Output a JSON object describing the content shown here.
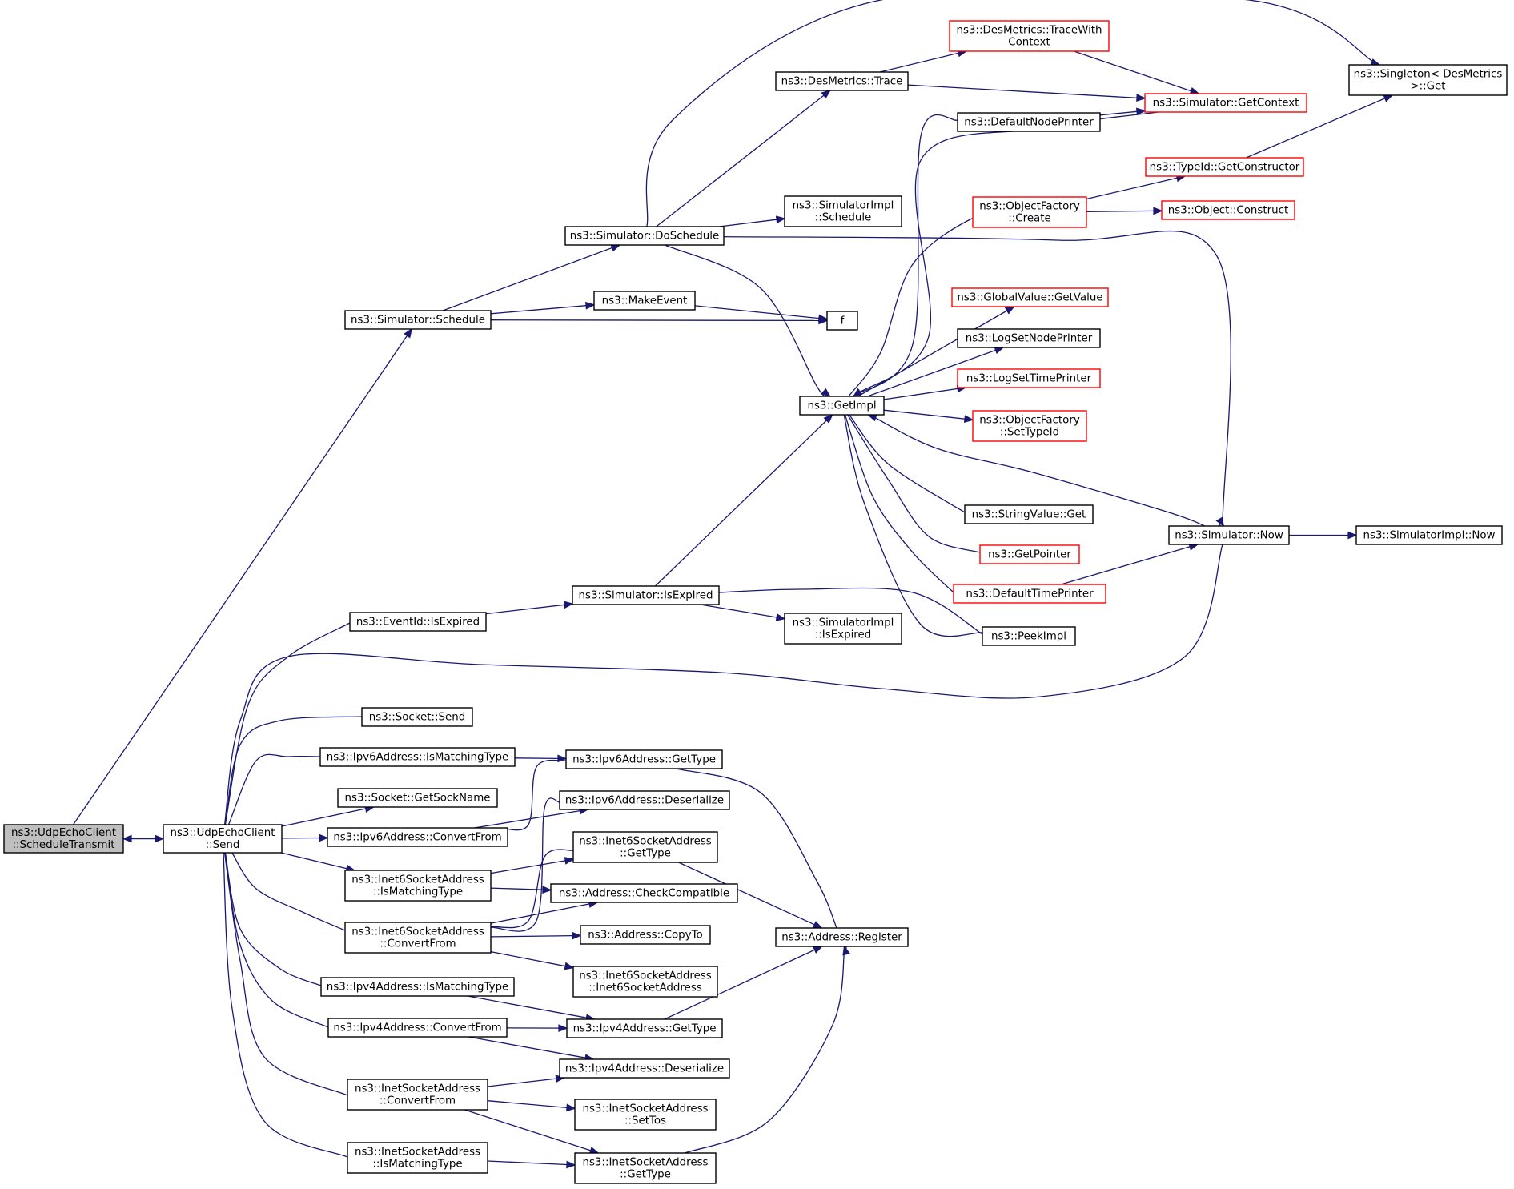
{
  "colors": {
    "edge": "#191970",
    "border_normal": "#000000",
    "border_truncated": "#ff0000",
    "root_fill": "#bfbfbf",
    "node_fill": "#ffffff"
  },
  "nodes": [
    {
      "id": "root",
      "lines": [
        "ns3::UdpEchoClient",
        "::ScheduleTransmit"
      ],
      "style": "root"
    },
    {
      "id": "send",
      "lines": [
        "ns3::UdpEchoClient",
        "::Send"
      ],
      "style": "normal"
    },
    {
      "id": "sched",
      "lines": [
        "ns3::Simulator::Schedule"
      ],
      "style": "normal"
    },
    {
      "id": "dosched",
      "lines": [
        "ns3::Simulator::DoSchedule"
      ],
      "style": "normal"
    },
    {
      "id": "makeevent",
      "lines": [
        "ns3::MakeEvent"
      ],
      "style": "normal"
    },
    {
      "id": "f",
      "lines": [
        "f"
      ],
      "style": "normal"
    },
    {
      "id": "desmtrace",
      "lines": [
        "ns3::DesMetrics::Trace"
      ],
      "style": "normal"
    },
    {
      "id": "desmctx",
      "lines": [
        "ns3::DesMetrics::TraceWith",
        "Context"
      ],
      "style": "truncated"
    },
    {
      "id": "getcontext",
      "lines": [
        "ns3::Simulator::GetContext"
      ],
      "style": "truncated"
    },
    {
      "id": "singleton",
      "lines": [
        "ns3::Singleton< DesMetrics",
        ">::Get"
      ],
      "style": "normal"
    },
    {
      "id": "defnode",
      "lines": [
        "ns3::DefaultNodePrinter"
      ],
      "style": "normal"
    },
    {
      "id": "simimplsched",
      "lines": [
        "ns3::SimulatorImpl",
        "::Schedule"
      ],
      "style": "normal"
    },
    {
      "id": "typeidctor",
      "lines": [
        "ns3::TypeId::GetConstructor"
      ],
      "style": "truncated"
    },
    {
      "id": "objfcreate",
      "lines": [
        "ns3::ObjectFactory",
        "::Create"
      ],
      "style": "truncated"
    },
    {
      "id": "objconstruct",
      "lines": [
        "ns3::Object::Construct"
      ],
      "style": "truncated"
    },
    {
      "id": "globalval",
      "lines": [
        "ns3::GlobalValue::GetValue"
      ],
      "style": "truncated"
    },
    {
      "id": "logsetnode",
      "lines": [
        "ns3::LogSetNodePrinter"
      ],
      "style": "normal"
    },
    {
      "id": "logsettime",
      "lines": [
        "ns3::LogSetTimePrinter"
      ],
      "style": "truncated"
    },
    {
      "id": "getimpl",
      "lines": [
        "ns3::GetImpl"
      ],
      "style": "normal"
    },
    {
      "id": "objfsettype",
      "lines": [
        "ns3::ObjectFactory",
        "::SetTypeId"
      ],
      "style": "truncated"
    },
    {
      "id": "stringval",
      "lines": [
        "ns3::StringValue::Get"
      ],
      "style": "normal"
    },
    {
      "id": "getpointer",
      "lines": [
        "ns3::GetPointer"
      ],
      "style": "truncated"
    },
    {
      "id": "deftime",
      "lines": [
        "ns3::DefaultTimePrinter"
      ],
      "style": "truncated"
    },
    {
      "id": "simnow",
      "lines": [
        "ns3::Simulator::Now"
      ],
      "style": "normal"
    },
    {
      "id": "simimplnow",
      "lines": [
        "ns3::SimulatorImpl::Now"
      ],
      "style": "normal"
    },
    {
      "id": "isexpired",
      "lines": [
        "ns3::Simulator::IsExpired"
      ],
      "style": "normal"
    },
    {
      "id": "eventid",
      "lines": [
        "ns3::EventId::IsExpired"
      ],
      "style": "normal"
    },
    {
      "id": "simimplexp",
      "lines": [
        "ns3::SimulatorImpl",
        "::IsExpired"
      ],
      "style": "normal"
    },
    {
      "id": "peekimpl",
      "lines": [
        "ns3::PeekImpl"
      ],
      "style": "normal"
    },
    {
      "id": "socksend",
      "lines": [
        "ns3::Socket::Send"
      ],
      "style": "normal"
    },
    {
      "id": "ipv6match",
      "lines": [
        "ns3::Ipv6Address::IsMatchingType"
      ],
      "style": "normal"
    },
    {
      "id": "ipv6gettype",
      "lines": [
        "ns3::Ipv6Address::GetType"
      ],
      "style": "normal"
    },
    {
      "id": "sockname",
      "lines": [
        "ns3::Socket::GetSockName"
      ],
      "style": "normal"
    },
    {
      "id": "ipv6deser",
      "lines": [
        "ns3::Ipv6Address::Deserialize"
      ],
      "style": "normal"
    },
    {
      "id": "ipv6conv",
      "lines": [
        "ns3::Ipv6Address::ConvertFrom"
      ],
      "style": "normal"
    },
    {
      "id": "i6sagettype",
      "lines": [
        "ns3::Inet6SocketAddress",
        "::GetType"
      ],
      "style": "normal"
    },
    {
      "id": "i6samatch",
      "lines": [
        "ns3::Inet6SocketAddress",
        "::IsMatchingType"
      ],
      "style": "normal"
    },
    {
      "id": "addrcheck",
      "lines": [
        "ns3::Address::CheckCompatible"
      ],
      "style": "normal"
    },
    {
      "id": "i6saconv",
      "lines": [
        "ns3::Inet6SocketAddress",
        "::ConvertFrom"
      ],
      "style": "normal"
    },
    {
      "id": "addrcopy",
      "lines": [
        "ns3::Address::CopyTo"
      ],
      "style": "normal"
    },
    {
      "id": "addrreg",
      "lines": [
        "ns3::Address::Register"
      ],
      "style": "normal"
    },
    {
      "id": "i6sactor",
      "lines": [
        "ns3::Inet6SocketAddress",
        "::Inet6SocketAddress"
      ],
      "style": "normal"
    },
    {
      "id": "ipv4match",
      "lines": [
        "ns3::Ipv4Address::IsMatchingType"
      ],
      "style": "normal"
    },
    {
      "id": "ipv4conv",
      "lines": [
        "ns3::Ipv4Address::ConvertFrom"
      ],
      "style": "normal"
    },
    {
      "id": "ipv4gettype",
      "lines": [
        "ns3::Ipv4Address::GetType"
      ],
      "style": "normal"
    },
    {
      "id": "ipv4deser",
      "lines": [
        "ns3::Ipv4Address::Deserialize"
      ],
      "style": "normal"
    },
    {
      "id": "isaconv",
      "lines": [
        "ns3::InetSocketAddress",
        "::ConvertFrom"
      ],
      "style": "normal"
    },
    {
      "id": "isasettos",
      "lines": [
        "ns3::InetSocketAddress",
        "::SetTos"
      ],
      "style": "normal"
    },
    {
      "id": "isamatch",
      "lines": [
        "ns3::InetSocketAddress",
        "::IsMatchingType"
      ],
      "style": "normal"
    },
    {
      "id": "isagettype",
      "lines": [
        "ns3::InetSocketAddress",
        "::GetType"
      ],
      "style": "normal"
    }
  ],
  "edges": [
    {
      "from": "root",
      "to": "send"
    },
    {
      "from": "send",
      "to": "root"
    },
    {
      "from": "root",
      "to": "sched"
    },
    {
      "from": "sched",
      "to": "dosched"
    },
    {
      "from": "sched",
      "to": "makeevent"
    },
    {
      "from": "sched",
      "to": "f"
    },
    {
      "from": "makeevent",
      "to": "f"
    },
    {
      "from": "dosched",
      "to": "desmtrace"
    },
    {
      "from": "dosched",
      "to": "singleton"
    },
    {
      "from": "dosched",
      "to": "simimplsched"
    },
    {
      "from": "dosched",
      "to": "getimpl"
    },
    {
      "from": "dosched",
      "to": "simnow"
    },
    {
      "from": "desmtrace",
      "to": "desmctx"
    },
    {
      "from": "desmtrace",
      "to": "getcontext"
    },
    {
      "from": "desmctx",
      "to": "getcontext"
    },
    {
      "from": "defnode",
      "to": "getcontext"
    },
    {
      "from": "getcontext",
      "to": "getimpl"
    },
    {
      "from": "typeidctor",
      "to": "singleton"
    },
    {
      "from": "objfcreate",
      "to": "typeidctor"
    },
    {
      "from": "objfcreate",
      "to": "objconstruct"
    },
    {
      "from": "getimpl",
      "to": "defnode"
    },
    {
      "from": "getimpl",
      "to": "objfcreate"
    },
    {
      "from": "getimpl",
      "to": "globalval"
    },
    {
      "from": "getimpl",
      "to": "logsetnode"
    },
    {
      "from": "getimpl",
      "to": "logsettime"
    },
    {
      "from": "getimpl",
      "to": "objfsettype"
    },
    {
      "from": "getimpl",
      "to": "stringval"
    },
    {
      "from": "getimpl",
      "to": "getpointer"
    },
    {
      "from": "getimpl",
      "to": "deftime"
    },
    {
      "from": "getimpl",
      "to": "peekimpl"
    },
    {
      "from": "simnow",
      "to": "getimpl"
    },
    {
      "from": "simnow",
      "to": "simimplnow"
    },
    {
      "from": "deftime",
      "to": "simnow"
    },
    {
      "from": "isexpired",
      "to": "getimpl"
    },
    {
      "from": "isexpired",
      "to": "simimplexp"
    },
    {
      "from": "isexpired",
      "to": "peekimpl"
    },
    {
      "from": "eventid",
      "to": "isexpired"
    },
    {
      "from": "send",
      "to": "eventid"
    },
    {
      "from": "send",
      "to": "simnow"
    },
    {
      "from": "send",
      "to": "socksend"
    },
    {
      "from": "send",
      "to": "ipv6match"
    },
    {
      "from": "send",
      "to": "sockname"
    },
    {
      "from": "send",
      "to": "ipv6conv"
    },
    {
      "from": "send",
      "to": "i6samatch"
    },
    {
      "from": "send",
      "to": "i6saconv"
    },
    {
      "from": "send",
      "to": "ipv4match"
    },
    {
      "from": "send",
      "to": "ipv4conv"
    },
    {
      "from": "send",
      "to": "isaconv"
    },
    {
      "from": "send",
      "to": "isamatch"
    },
    {
      "from": "ipv6match",
      "to": "ipv6gettype"
    },
    {
      "from": "ipv6gettype",
      "to": "addrreg"
    },
    {
      "from": "ipv6conv",
      "to": "ipv6gettype"
    },
    {
      "from": "ipv6conv",
      "to": "ipv6deser"
    },
    {
      "from": "i6samatch",
      "to": "i6sagettype"
    },
    {
      "from": "i6samatch",
      "to": "addrcheck"
    },
    {
      "from": "i6sagettype",
      "to": "addrreg"
    },
    {
      "from": "i6saconv",
      "to": "i6sagettype"
    },
    {
      "from": "i6saconv",
      "to": "ipv6deser"
    },
    {
      "from": "i6saconv",
      "to": "addrcheck"
    },
    {
      "from": "i6saconv",
      "to": "addrcopy"
    },
    {
      "from": "i6saconv",
      "to": "i6sactor"
    },
    {
      "from": "ipv4match",
      "to": "ipv4gettype"
    },
    {
      "from": "ipv4conv",
      "to": "ipv4gettype"
    },
    {
      "from": "ipv4conv",
      "to": "ipv4deser"
    },
    {
      "from": "ipv4gettype",
      "to": "addrreg"
    },
    {
      "from": "isaconv",
      "to": "ipv4deser"
    },
    {
      "from": "isaconv",
      "to": "isasettos"
    },
    {
      "from": "isaconv",
      "to": "isagettype"
    },
    {
      "from": "isamatch",
      "to": "isagettype"
    },
    {
      "from": "isagettype",
      "to": "addrreg"
    }
  ]
}
